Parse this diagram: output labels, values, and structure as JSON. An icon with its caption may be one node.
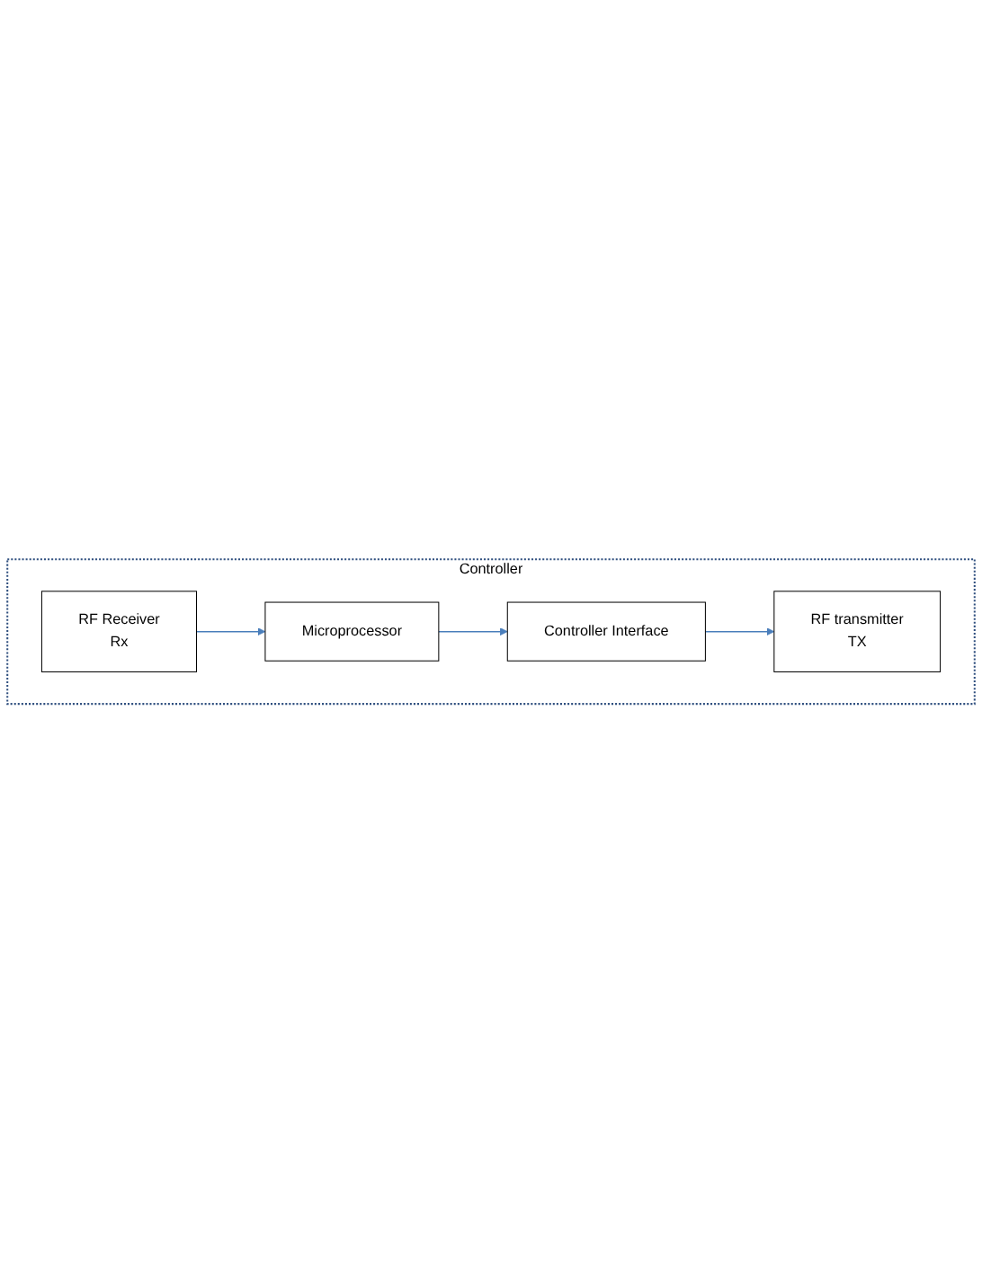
{
  "diagram": {
    "nodes": [
      {
        "text": [
          "Controller"
        ]
      },
      {
        "text": [
          "RF Receiver",
          "Rx"
        ],
        "in": 0
      },
      {
        "text": [
          "Microprocessor"
        ],
        "in": 0
      },
      {
        "text": [
          "Controller Interface"
        ],
        "in": 0
      },
      {
        "text": [
          "RF transmitter",
          "TX"
        ],
        "in": 0
      }
    ],
    "edges": [
      {
        "from": 1,
        "to": 2,
        "arrow": "to"
      },
      {
        "from": 2,
        "to": 3,
        "arrow": "to"
      },
      {
        "from": 3,
        "to": 4,
        "arrow": "to"
      }
    ]
  }
}
